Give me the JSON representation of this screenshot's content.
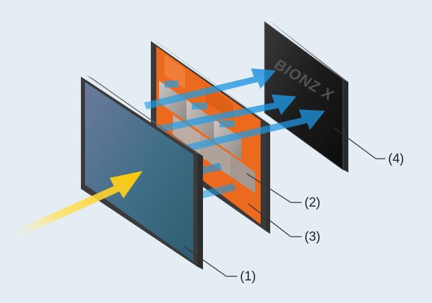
{
  "diagram": {
    "processor_logo": "BIONZ X",
    "callouts": [
      {
        "id": "callout-1",
        "text": "(1)"
      },
      {
        "id": "callout-2",
        "text": "(2)"
      },
      {
        "id": "callout-3",
        "text": "(3)"
      },
      {
        "id": "callout-4",
        "text": "(4)"
      }
    ]
  },
  "colors": {
    "background": "#e4edf4",
    "sensor_panel": "#4a6f8c",
    "circuit_orange": "#ec6a1e",
    "memory_gray": "#9a9a9a",
    "data_arrows": "#1f9be0",
    "light_arrow": "#ffd21a",
    "processor_panel": "#1b1b1b"
  }
}
